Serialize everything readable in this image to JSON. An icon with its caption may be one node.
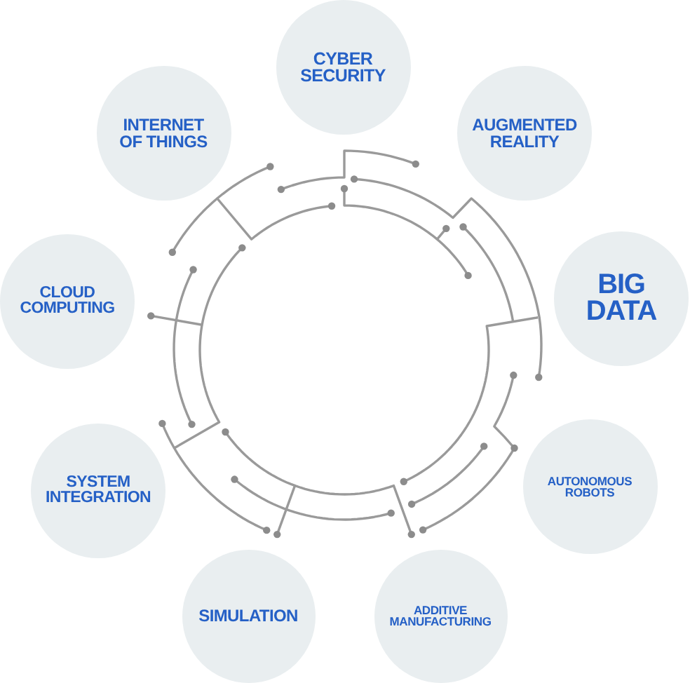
{
  "diagram": {
    "nodes": [
      {
        "text": [
          "CYBER SECURITY"
        ]
      },
      {
        "text": [
          "AUGMENTED REALITY"
        ]
      },
      {
        "text": [
          "BIG DATA"
        ]
      },
      {
        "text": [
          "AUTONOMOUS ROBOTS"
        ]
      },
      {
        "text": [
          "ADDITIVE MANUFACTURING"
        ]
      },
      {
        "text": [
          "SIMULATION"
        ]
      },
      {
        "text": [
          "SYSTEM INTEGRATION"
        ]
      },
      {
        "text": [
          "CLOUD COMPUTING"
        ]
      },
      {
        "text": [
          "INTERNET OF THINGS"
        ]
      }
    ]
  }
}
